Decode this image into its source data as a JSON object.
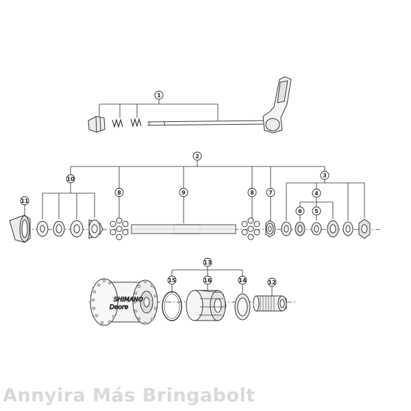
{
  "callouts": {
    "c1": "1",
    "c2": "2",
    "c3": "3",
    "c4": "4",
    "c5": "5",
    "c6": "6",
    "c7": "7",
    "c8a": "8",
    "c8b": "8",
    "c9": "9",
    "c10": "10",
    "c11": "11",
    "c12": "12",
    "c13": "13",
    "c14": "14",
    "c15": "15",
    "c16": "16"
  },
  "hub_logo": {
    "brand": "SHIMANO",
    "model": "Deore"
  },
  "watermark": "Annyira Más Bringabolt",
  "colors": {
    "line": "#222222",
    "part_stroke": "#333333",
    "part_fill": "#f2f2f2",
    "watermark": "#d9d9d9"
  }
}
